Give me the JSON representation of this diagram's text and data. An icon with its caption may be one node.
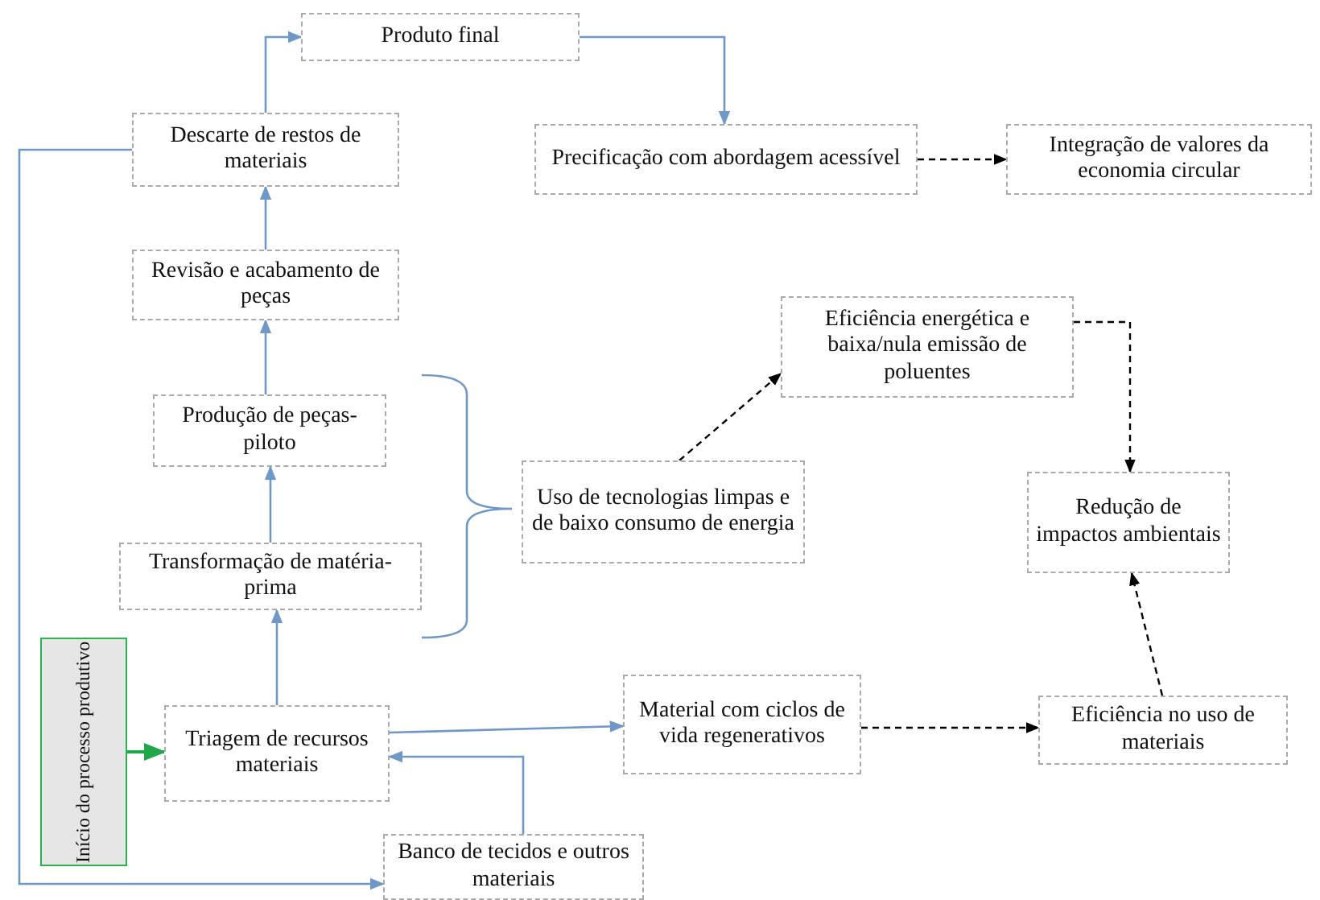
{
  "diagram": {
    "nodes": [
      {
        "text": [
          "Produto final"
        ]
      },
      {
        "text": [
          "Precificação com abordagem acessível"
        ]
      },
      {
        "text": [
          "Integração de valores da economia circular"
        ]
      },
      {
        "text": [
          "Descarte de restos de materiais"
        ]
      },
      {
        "text": [
          "Revisão e acabamento de peças"
        ]
      },
      {
        "text": [
          "Produção de peças-piloto"
        ]
      },
      {
        "text": [
          "Transformação de matéria-prima"
        ]
      },
      {
        "text": [
          "Início do processo produtivo"
        ]
      },
      {
        "text": [
          "Triagem de recursos materiais"
        ]
      },
      {
        "text": [
          "Banco de tecidos e outros materiais"
        ]
      },
      {
        "text": [
          "Uso de tecnologias limpas e de baixo consumo de energia"
        ]
      },
      {
        "text": [
          "Eficiência energética e baixa/nula emissão de poluentes"
        ]
      },
      {
        "text": [
          "Material com ciclos de vida regenerativos"
        ]
      },
      {
        "text": [
          "Redução de impactos ambientais"
        ]
      },
      {
        "text": [
          "Eficiência no uso de materiais"
        ]
      }
    ],
    "edges": [
      {
        "from": 3,
        "to": 0,
        "arrow": "to"
      },
      {
        "from": 0,
        "to": 1,
        "arrow": "to"
      },
      {
        "from": 1,
        "to": 2,
        "arrow": "to",
        "style": "dashed",
        "color": "#000000"
      },
      {
        "from": 4,
        "to": 3,
        "arrow": "to"
      },
      {
        "from": 5,
        "to": 4,
        "arrow": "to"
      },
      {
        "from": 6,
        "to": 5,
        "arrow": "to"
      },
      {
        "from": 8,
        "to": 6,
        "arrow": "to"
      },
      {
        "from": 7,
        "to": 8,
        "arrow": "to",
        "color": "#1fa84a"
      },
      {
        "from": 8,
        "to": 12,
        "arrow": "to"
      },
      {
        "from": 9,
        "to": 8,
        "arrow": "to"
      },
      {
        "from": 3,
        "to": 9,
        "arrow": "to"
      },
      {
        "from": 10,
        "to": 11,
        "arrow": "to",
        "style": "dashed",
        "color": "#000000"
      },
      {
        "from": 11,
        "to": 13,
        "arrow": "to",
        "style": "dashed",
        "color": "#000000"
      },
      {
        "from": 12,
        "to": 14,
        "arrow": "to",
        "style": "dashed",
        "color": "#000000"
      },
      {
        "from": 14,
        "to": 13,
        "arrow": "to",
        "style": "dashed",
        "color": "#000000"
      }
    ]
  }
}
